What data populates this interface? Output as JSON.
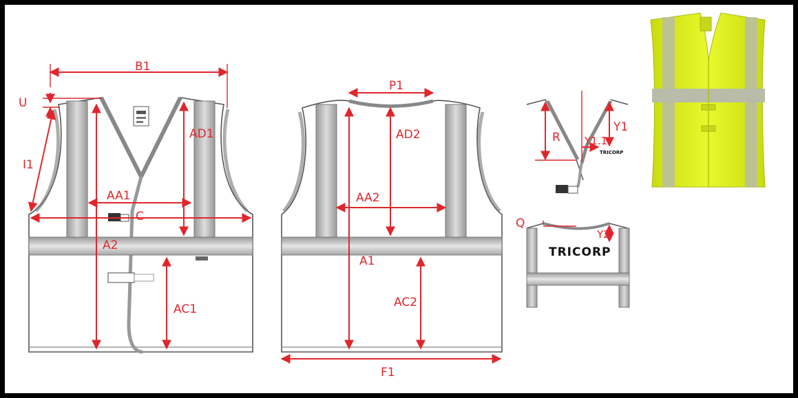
{
  "labels": {
    "b1": "B1",
    "u": "U",
    "i1": "I1",
    "ad1": "AD1",
    "aa1": "AA1",
    "c": "C",
    "a2": "A2",
    "ac1": "AC1",
    "p1": "P1",
    "ad2": "AD2",
    "aa2": "AA2",
    "a1": "A1",
    "ac2": "AC2",
    "f1": "F1",
    "r": "R",
    "y1": "Y1",
    "y1_1": "Y1.1",
    "q": "Q",
    "y2": "Y2"
  },
  "brand": {
    "collar_logo": "TRICORP",
    "back_print": "TRICORP"
  },
  "colors": {
    "dimension": "#e0262c",
    "outline": "#555555",
    "reflective_band": "#b9b9b9",
    "vest_yellow": "#dff21e"
  }
}
